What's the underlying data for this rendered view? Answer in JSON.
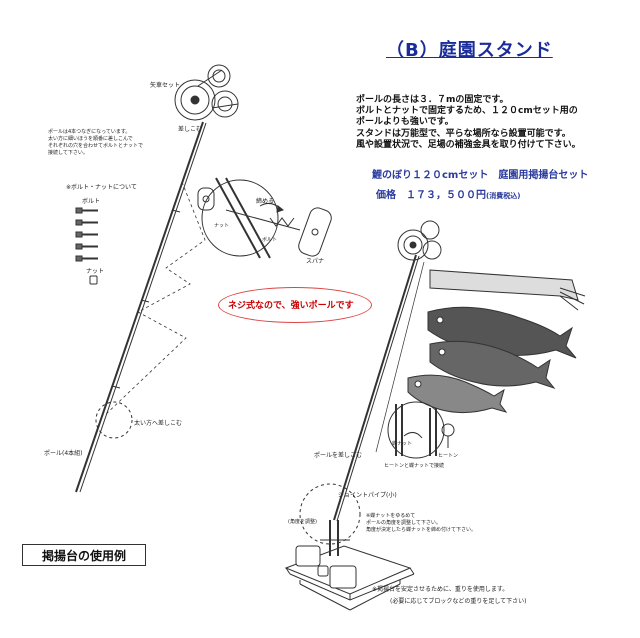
{
  "title": "（B）庭園スタンド",
  "description": [
    "ポールの長さは３．７mの固定です。",
    "ボルトとナットで固定するため、１２０cmセット用の",
    "ポールよりも強いです。",
    "スタンドは万能型で、平らな場所なら設置可能です。",
    "風や設置状況で、足場の補強金具を取り付けて下さい。"
  ],
  "set_name": "鯉のぼり１２０cmセット　庭園用掲揚台セット",
  "price_label": "価格　１７３，５００円",
  "price_tax": "(消費税込)",
  "callout": "ネジ式なので、強いポールです",
  "usage_label": "掲揚台の使用例",
  "left_diagram": {
    "arrow_set": "矢車セット",
    "insert": "差しこむ",
    "pole_note": [
      "ポールは4本つなぎになっています。",
      "太い方に細いほうを順番に差しこんで",
      "それぞれの穴を合わせてボルトとナットで",
      "接続して下さい。"
    ],
    "bolt_nut_heading": "※ボルト・ナットについて",
    "bolt": "ボルト",
    "nut": "ナット",
    "tighten": "締める",
    "nut_small": "ナット",
    "bolt_small": "ボルト",
    "spanner": "スパナ",
    "insert_thick": "太い方へ差しこむ",
    "pole_4": "ポール(4本組)"
  },
  "right_diagram": {
    "insert_pole": "ポールを差しこむ",
    "nut_note": "蝶ナット",
    "joint_note": "ヒートンと蝶ナットで接続",
    "heaton": "ヒートン",
    "joint_pipe": "ジョイントパイプ(小)",
    "nut_loosen": [
      "※蝶ナットをゆるめて",
      "ポールの角度を調整して下さい。",
      "角度が決定したら蝶ナットを締め付けて下さい。"
    ],
    "angle_adjust": "(角度を調整)",
    "weight_note": "※掲揚台を安定させるために、重りを使用します。",
    "weight_note2": "(必要に応じてブロックなどの重りを足して下さい)"
  }
}
